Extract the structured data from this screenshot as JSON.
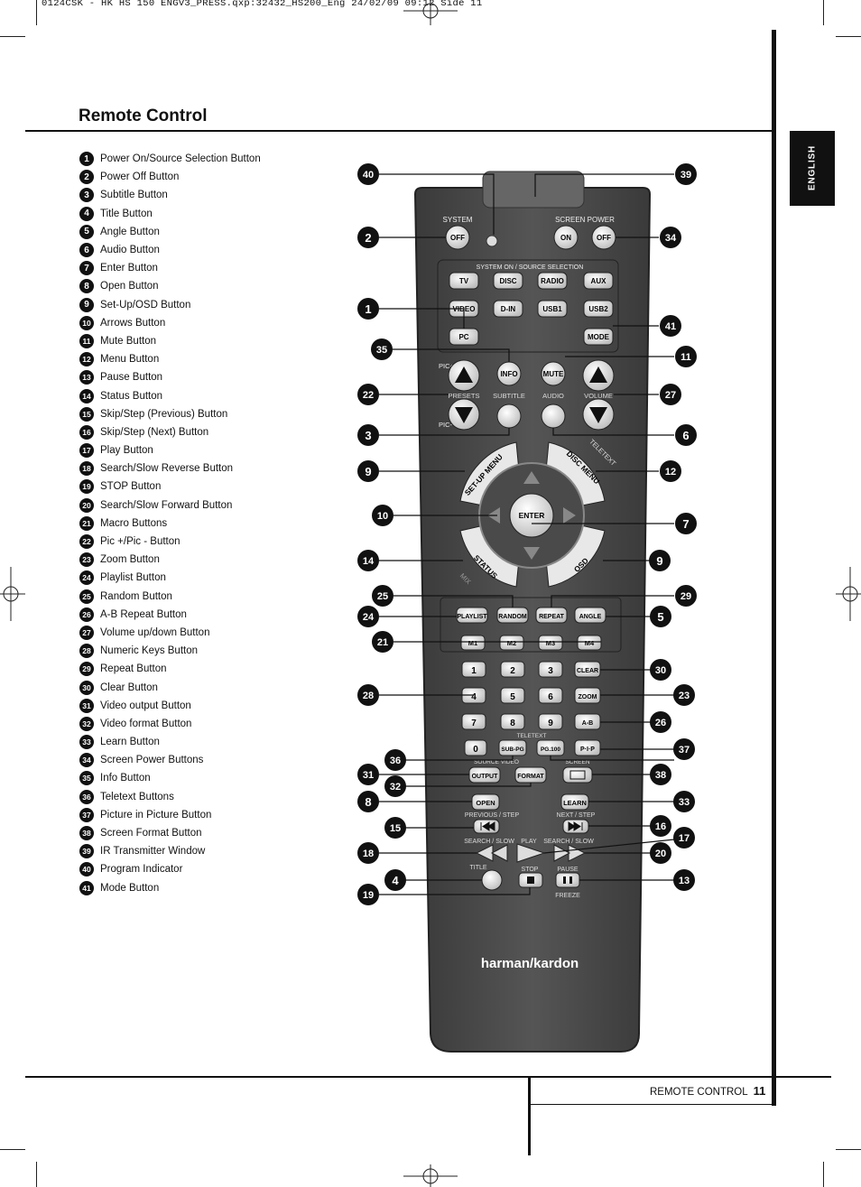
{
  "slug": "0124CSK - HK HS 150 ENGV3_PRESS.qxp:32432_HS200_Eng  24/02/09  09:12  Side 11",
  "page_title": "Remote Control",
  "language_tab": "ENGLISH",
  "legend": [
    {
      "n": "1",
      "label": "Power On/Source Selection Button"
    },
    {
      "n": "2",
      "label": "Power Off Button"
    },
    {
      "n": "3",
      "label": "Subtitle Button"
    },
    {
      "n": "4",
      "label": "Title Button"
    },
    {
      "n": "5",
      "label": "Angle Button"
    },
    {
      "n": "6",
      "label": "Audio Button"
    },
    {
      "n": "7",
      "label": "Enter Button"
    },
    {
      "n": "8",
      "label": "Open Button"
    },
    {
      "n": "9",
      "label": "Set-Up/OSD Button"
    },
    {
      "n": "10",
      "label": "Arrows Button"
    },
    {
      "n": "11",
      "label": "Mute Button"
    },
    {
      "n": "12",
      "label": "Menu Button"
    },
    {
      "n": "13",
      "label": "Pause Button"
    },
    {
      "n": "14",
      "label": "Status Button"
    },
    {
      "n": "15",
      "label": "Skip/Step (Previous) Button"
    },
    {
      "n": "16",
      "label": "Skip/Step (Next) Button"
    },
    {
      "n": "17",
      "label": "Play Button"
    },
    {
      "n": "18",
      "label": "Search/Slow Reverse Button"
    },
    {
      "n": "19",
      "label": "STOP Button"
    },
    {
      "n": "20",
      "label": "Search/Slow Forward Button"
    },
    {
      "n": "21",
      "label": "Macro Buttons"
    },
    {
      "n": "22",
      "label": "Pic +/Pic - Button"
    },
    {
      "n": "23",
      "label": "Zoom Button"
    },
    {
      "n": "24",
      "label": "Playlist Button"
    },
    {
      "n": "25",
      "label": "Random Button"
    },
    {
      "n": "26",
      "label": "A-B Repeat Button"
    },
    {
      "n": "27",
      "label": "Volume up/down Button"
    },
    {
      "n": "28",
      "label": "Numeric Keys Button"
    },
    {
      "n": "29",
      "label": "Repeat Button"
    },
    {
      "n": "30",
      "label": "Clear Button"
    },
    {
      "n": "31",
      "label": "Video output Button"
    },
    {
      "n": "32",
      "label": "Video format Button"
    },
    {
      "n": "33",
      "label": "Learn Button"
    },
    {
      "n": "34",
      "label": "Screen Power Buttons"
    },
    {
      "n": "35",
      "label": "Info Button"
    },
    {
      "n": "36",
      "label": "Teletext Buttons"
    },
    {
      "n": "37",
      "label": "Picture in Picture Button"
    },
    {
      "n": "38",
      "label": "Screen Format Button"
    },
    {
      "n": "39",
      "label": "IR Transmitter Window"
    },
    {
      "n": "40",
      "label": "Program Indicator"
    },
    {
      "n": "41",
      "label": "Mode Button"
    }
  ],
  "remote": {
    "system": "SYSTEM",
    "off": "OFF",
    "screen_power": "SCREEN POWER",
    "on": "ON",
    "source_selection": "SYSTEM ON / SOURCE SELECTION",
    "tv": "TV",
    "disc": "DISC",
    "radio": "RADIO",
    "aux": "AUX",
    "video": "VIDEO",
    "din": "D-IN",
    "usb1": "USB1",
    "usb2": "USB2",
    "pc": "PC",
    "mode": "MODE",
    "pic_plus": "PIC+",
    "pic_minus": "PIC-",
    "info": "INFO",
    "mute": "MUTE",
    "presets": "PRESETS",
    "subtitle": "SUBTITLE",
    "audio": "AUDIO",
    "volume": "VOLUME",
    "teletext_arc": "TELETEXT",
    "setup_menu": "SET-UP MENU",
    "disc_menu": "DISC MENU",
    "enter": "ENTER",
    "status": "STATUS",
    "osd": "OSD",
    "mix": "MIX",
    "playlist": "PLAYLIST",
    "random": "RANDOM",
    "repeat": "REPEAT",
    "angle": "ANGLE",
    "m1": "M1",
    "m2": "M2",
    "m3": "M3",
    "m4": "M4",
    "k1": "1",
    "k2": "2",
    "k3": "3",
    "k4": "4",
    "k5": "5",
    "k6": "6",
    "k7": "7",
    "k8": "8",
    "k9": "9",
    "k0": "0",
    "clear": "CLEAR",
    "zoom": "ZOOM",
    "ab": "A-B",
    "teletext": "TELETEXT",
    "sub_pg": "SUB-PG",
    "pg100": "PG.100",
    "pip": "P·I·P",
    "source_video": "SOURCE   VIDEO",
    "screen": "SCREEN",
    "output": "OUTPUT",
    "format": "FORMAT",
    "open": "OPEN",
    "learn": "LEARN",
    "prev_step": "PREVIOUS / STEP",
    "next_step": "NEXT / STEP",
    "search_slow": "SEARCH / SLOW",
    "play": "PLAY",
    "title": "TITLE",
    "stop": "STOP",
    "pause": "PAUSE",
    "freeze": "FREEZE",
    "brand": "harman/kardon"
  },
  "callouts": {
    "c40": "40",
    "c39": "39",
    "c2": "2",
    "c34": "34",
    "c1": "1",
    "c41": "41",
    "c35": "35",
    "c11": "11",
    "c22": "22",
    "c27": "27",
    "c3": "3",
    "c6": "6",
    "c9a": "9",
    "c12": "12",
    "c10": "10",
    "c7": "7",
    "c14": "14",
    "c9b": "9",
    "c25": "25",
    "c29": "29",
    "c24": "24",
    "c5": "5",
    "c21": "21",
    "c30": "30",
    "c28": "28",
    "c23": "23",
    "c26": "26",
    "c36": "36",
    "c37": "37",
    "c31": "31",
    "c38": "38",
    "c32": "32",
    "c8": "8",
    "c33": "33",
    "c15": "15",
    "c16": "16",
    "c17": "17",
    "c18": "18",
    "c20": "20",
    "c4": "4",
    "c13": "13",
    "c19": "19"
  },
  "footer": {
    "section": "REMOTE CONTROL",
    "page": "11"
  }
}
